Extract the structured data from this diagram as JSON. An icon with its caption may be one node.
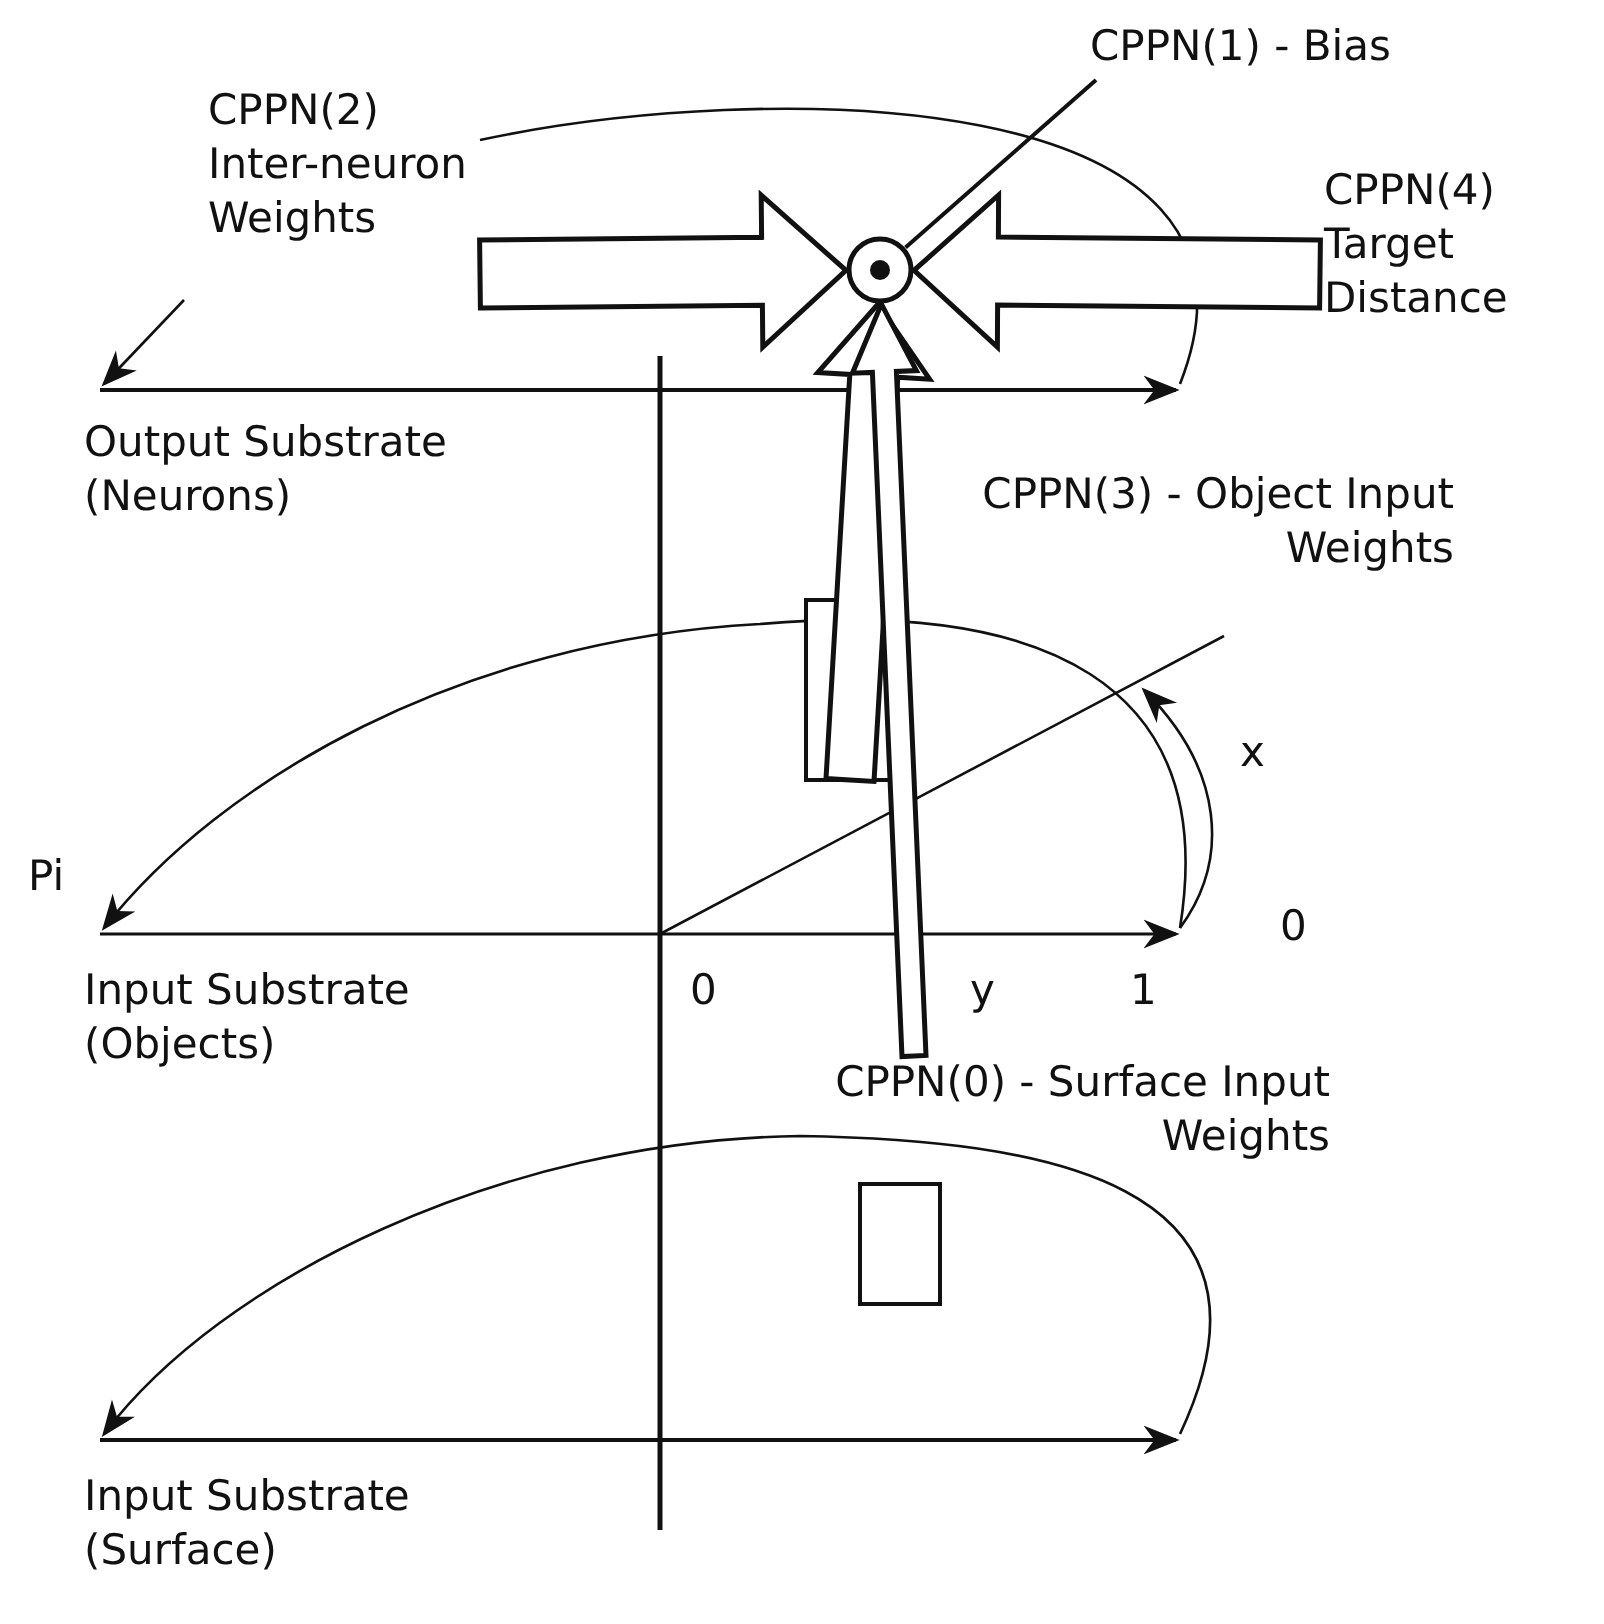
{
  "diagram": {
    "nodes": [
      {
        "text": [
          "CPPN(1) - Bias"
        ]
      },
      {
        "text": [
          "CPPN(2) Inter-neuron Weights"
        ]
      },
      {
        "text": [],
        "shape": "circle"
      },
      {
        "text": [
          "CPPN(4) Target Distance"
        ]
      },
      {
        "text": [
          "CPPN(3) - Object Input Weights"
        ]
      },
      {
        "text": [
          "CPPN(0) - Surface Input Weights"
        ]
      }
    ],
    "edges": [
      {
        "from": 0,
        "to": 2,
        "arrow": "none"
      },
      {
        "from": 1,
        "to": 2,
        "arrow": "to",
        "style": "thick"
      },
      {
        "from": 3,
        "to": 2,
        "arrow": "to",
        "style": "thick"
      },
      {
        "from": 4,
        "to": 2,
        "arrow": "to",
        "style": "thick"
      },
      {
        "from": 5,
        "to": 2,
        "arrow": "to",
        "style": "thick"
      }
    ],
    "labels": [
      "Output Substrate (Neurons)",
      "x",
      "Pi",
      "0",
      "Input Substrate (Objects)",
      "0",
      "y",
      "1",
      "Input Substrate (Surface)"
    ]
  }
}
